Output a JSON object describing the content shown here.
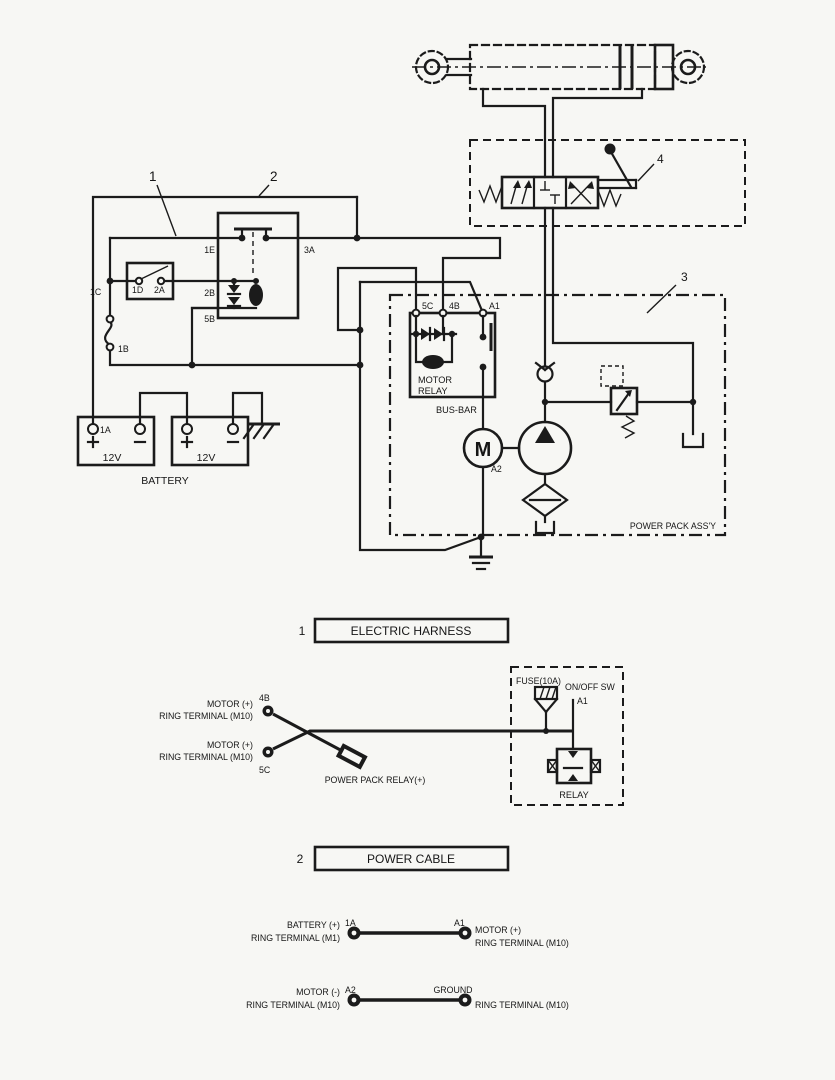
{
  "colors": {
    "ink": "#1b1b1b",
    "bg": "#f7f7f4"
  },
  "callouts": {
    "one": "1",
    "two": "2",
    "three": "3",
    "four": "4"
  },
  "main": {
    "relay": {
      "t1e": "1E",
      "t3a": "3A",
      "t2b": "2B",
      "t5b": "5B"
    },
    "key_switch": {
      "t1c": "1C",
      "t1d": "1D",
      "t2a": "2A"
    },
    "fuse_label": "1B",
    "motor_relay": {
      "t5c": "5C",
      "t4b": "4B",
      "ta1": "A1",
      "line1": "MOTOR",
      "line2": "RELAY"
    },
    "bus_bar": "BUS-BAR",
    "motor_m": "M",
    "ta2": "A2",
    "power_pack": "POWER PACK ASS'Y",
    "battery": {
      "t1a": "1A",
      "v1": "12V",
      "v2": "12V",
      "label": "BATTERY"
    }
  },
  "section1": {
    "num": "1",
    "title": "ELECTRIC HARNESS",
    "rt1_line1": "MOTOR (+)",
    "rt1_line2": "RING TERMINAL (M10)",
    "rt1_tag": "4B",
    "rt2_line1": "MOTOR (+)",
    "rt2_line2": "RING TERMINAL (M10)",
    "rt2_tag": "5C",
    "connector_label": "POWER PACK RELAY(+)",
    "fuse": "FUSE(10A)",
    "onoff": "ON/OFF SW",
    "ta1": "A1",
    "relay": "RELAY"
  },
  "section2": {
    "num": "2",
    "title": "POWER CABLE",
    "row1": {
      "left1": "BATTERY (+)",
      "left2": "RING TERMINAL (M1)",
      "ltag": "1A",
      "rtag": "A1",
      "right1": "MOTOR (+)",
      "right2": "RING TERMINAL (M10)"
    },
    "row2": {
      "left1": "MOTOR (-)",
      "left2": "RING TERMINAL (M10)",
      "ltag": "A2",
      "rtag": "GROUND",
      "right2": "RING TERMINAL (M10)"
    }
  }
}
